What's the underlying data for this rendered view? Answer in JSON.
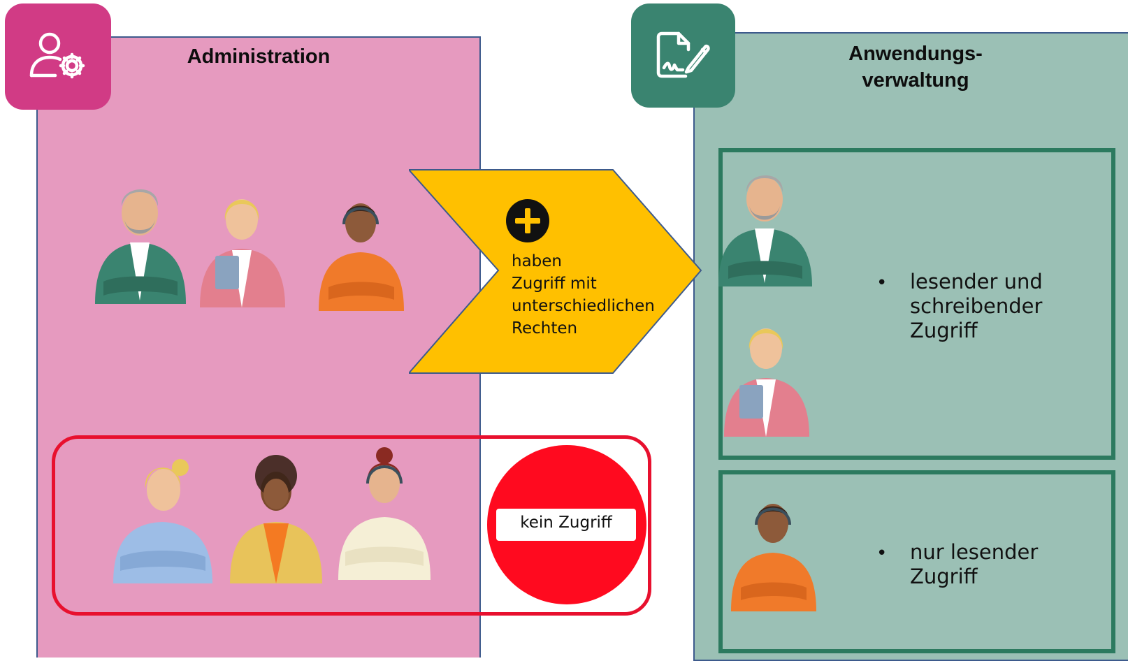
{
  "admin": {
    "title": "Administration",
    "icon": "user-gear-icon",
    "color": "#e69abf",
    "tile_color": "#d13b85"
  },
  "app": {
    "title_line1": "Anwendungs-",
    "title_line2": "verwaltung",
    "icon": "signed-document-icon",
    "color": "#9bc0b5",
    "tile_color": "#3a8470"
  },
  "arrow": {
    "icon": "plus-circle-icon",
    "line1": "haben",
    "line2": "Zugriff mit",
    "line3": "unterschiedlichen",
    "line4": "Rechten",
    "color": "#ffc000"
  },
  "no_access": {
    "label": "kein Zugriff",
    "icon": "no-entry-sign-icon",
    "color": "#e8102e"
  },
  "access_levels": {
    "read_write": {
      "bullet": "•",
      "line1": "lesender und",
      "line2": "schreibender",
      "line3": "Zugriff"
    },
    "read_only": {
      "bullet": "•",
      "line1": "nur lesender",
      "line2": "Zugriff"
    }
  },
  "people": {
    "admin_group": [
      "older-man-green-jacket",
      "blonde-woman-pink-blazer",
      "man-orange-shirt-headset"
    ],
    "no_access_group": [
      "blonde-woman-blue-blouse",
      "curly-woman-yellow-jacket",
      "woman-cream-sweater-headset"
    ],
    "read_write_group": [
      "older-man-green-jacket",
      "blonde-woman-pink-blazer"
    ],
    "read_only_group": [
      "man-orange-shirt-headset"
    ]
  }
}
